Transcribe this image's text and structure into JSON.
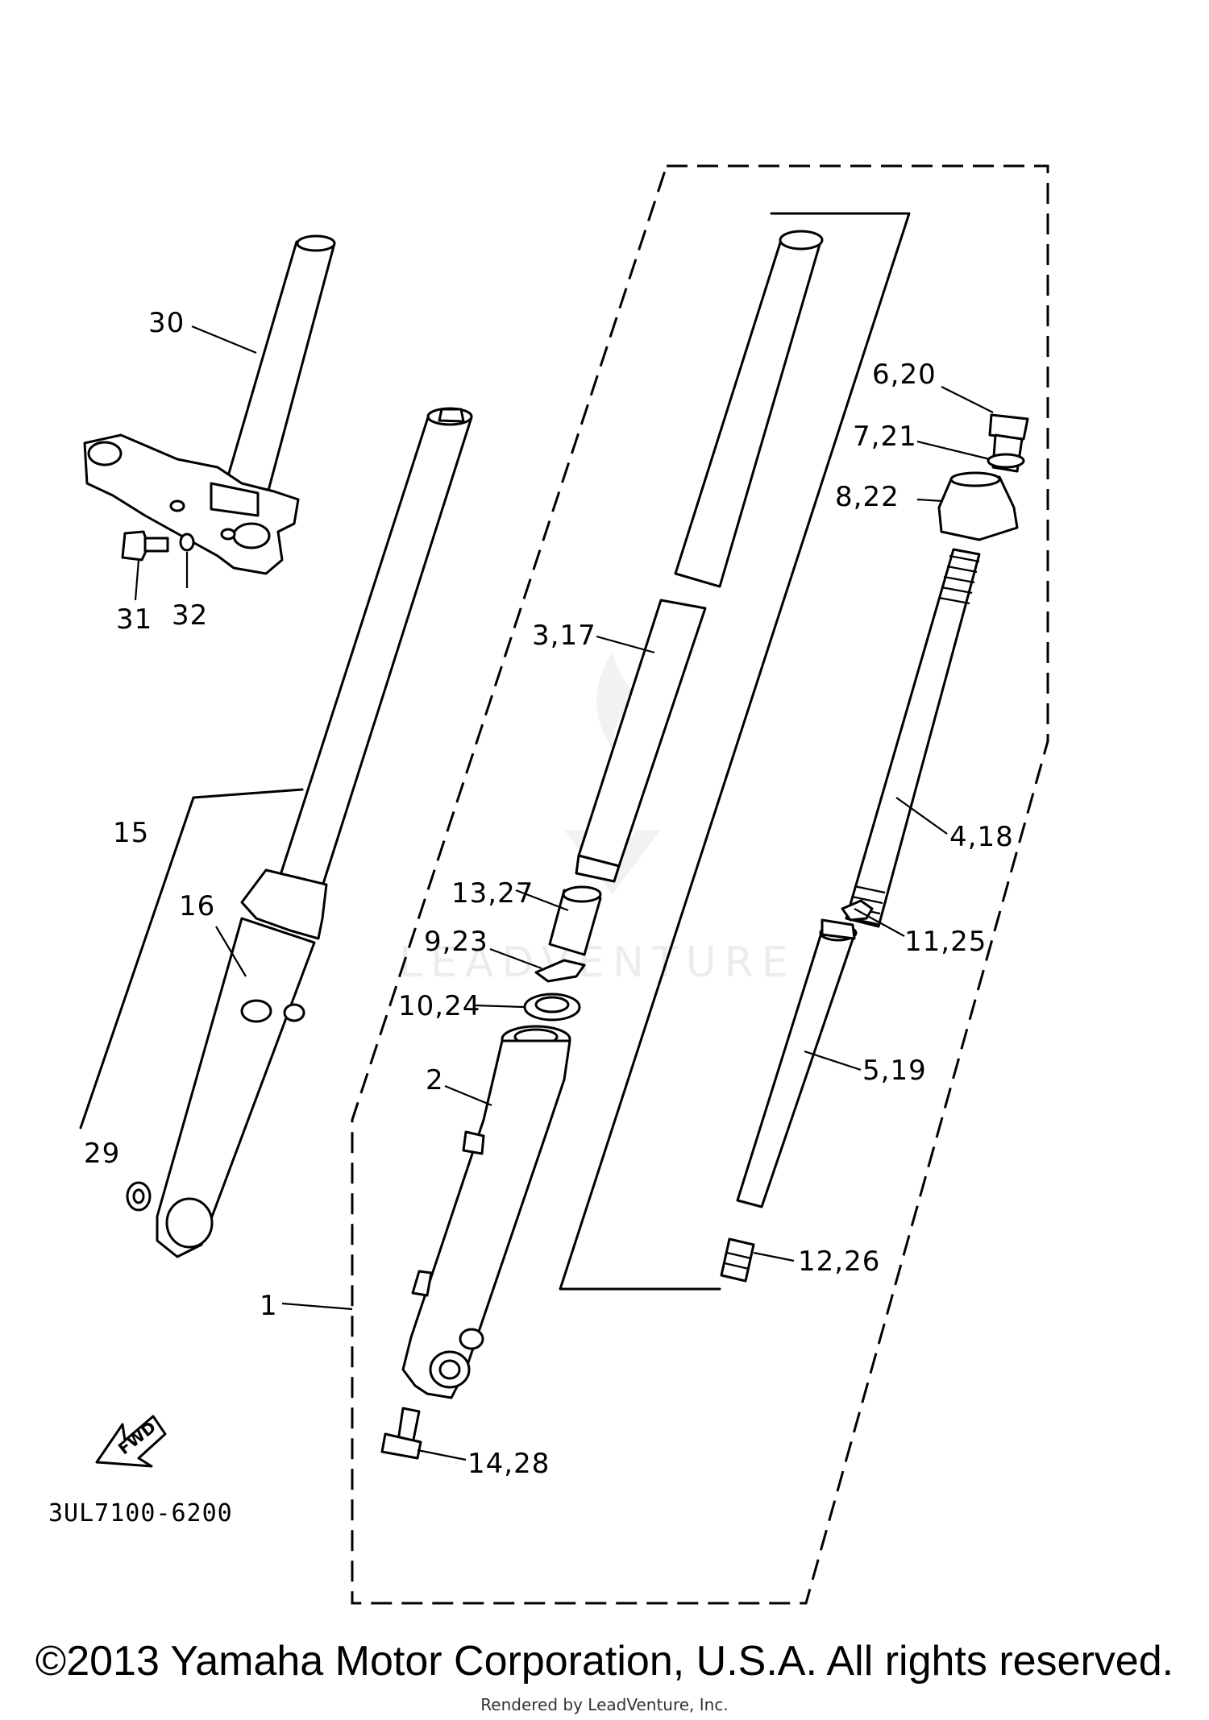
{
  "diagram": {
    "code": "3UL7100-6200",
    "fwd_label": "FWD",
    "watermark": "LEADVENTURE",
    "labels": {
      "p1": "1",
      "p2": "2",
      "p3_17": "3,17",
      "p4_18": "4,18",
      "p5_19": "5,19",
      "p6_20": "6,20",
      "p7_21": "7,21",
      "p8_22": "8,22",
      "p9_23": "9,23",
      "p10_24": "10,24",
      "p11_25": "11,25",
      "p12_26": "12,26",
      "p13_27": "13,27",
      "p14_28": "14,28",
      "p15": "15",
      "p16": "16",
      "p29": "29",
      "p30": "30",
      "p31": "31",
      "p32": "32"
    }
  },
  "footer": {
    "copyright": "©2013 Yamaha Motor Corporation, U.S.A. All rights reserved.",
    "rendered_by": "Rendered by LeadVenture, Inc."
  }
}
